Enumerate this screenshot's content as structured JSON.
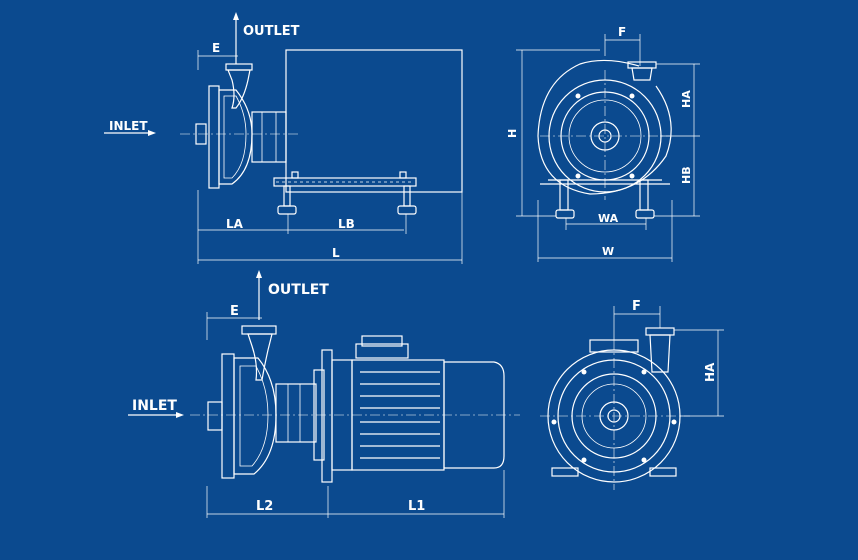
{
  "colors": {
    "background": "#0b4a8f",
    "line": "#ffffff"
  },
  "top_side_view": {
    "outlet": "OUTLET",
    "inlet": "INLET",
    "dim_e": "E",
    "dim_la": "LA",
    "dim_lb": "LB",
    "dim_l": "L"
  },
  "top_front_view": {
    "dim_f": "F",
    "dim_h": "H",
    "dim_ha": "HA",
    "dim_hb": "HB",
    "dim_wa": "WA",
    "dim_w": "W"
  },
  "bottom_side_view": {
    "outlet": "OUTLET",
    "inlet": "INLET",
    "dim_e": "E",
    "dim_l2": "L2",
    "dim_l1": "L1"
  },
  "bottom_front_view": {
    "dim_f": "F",
    "dim_ha": "HA"
  }
}
